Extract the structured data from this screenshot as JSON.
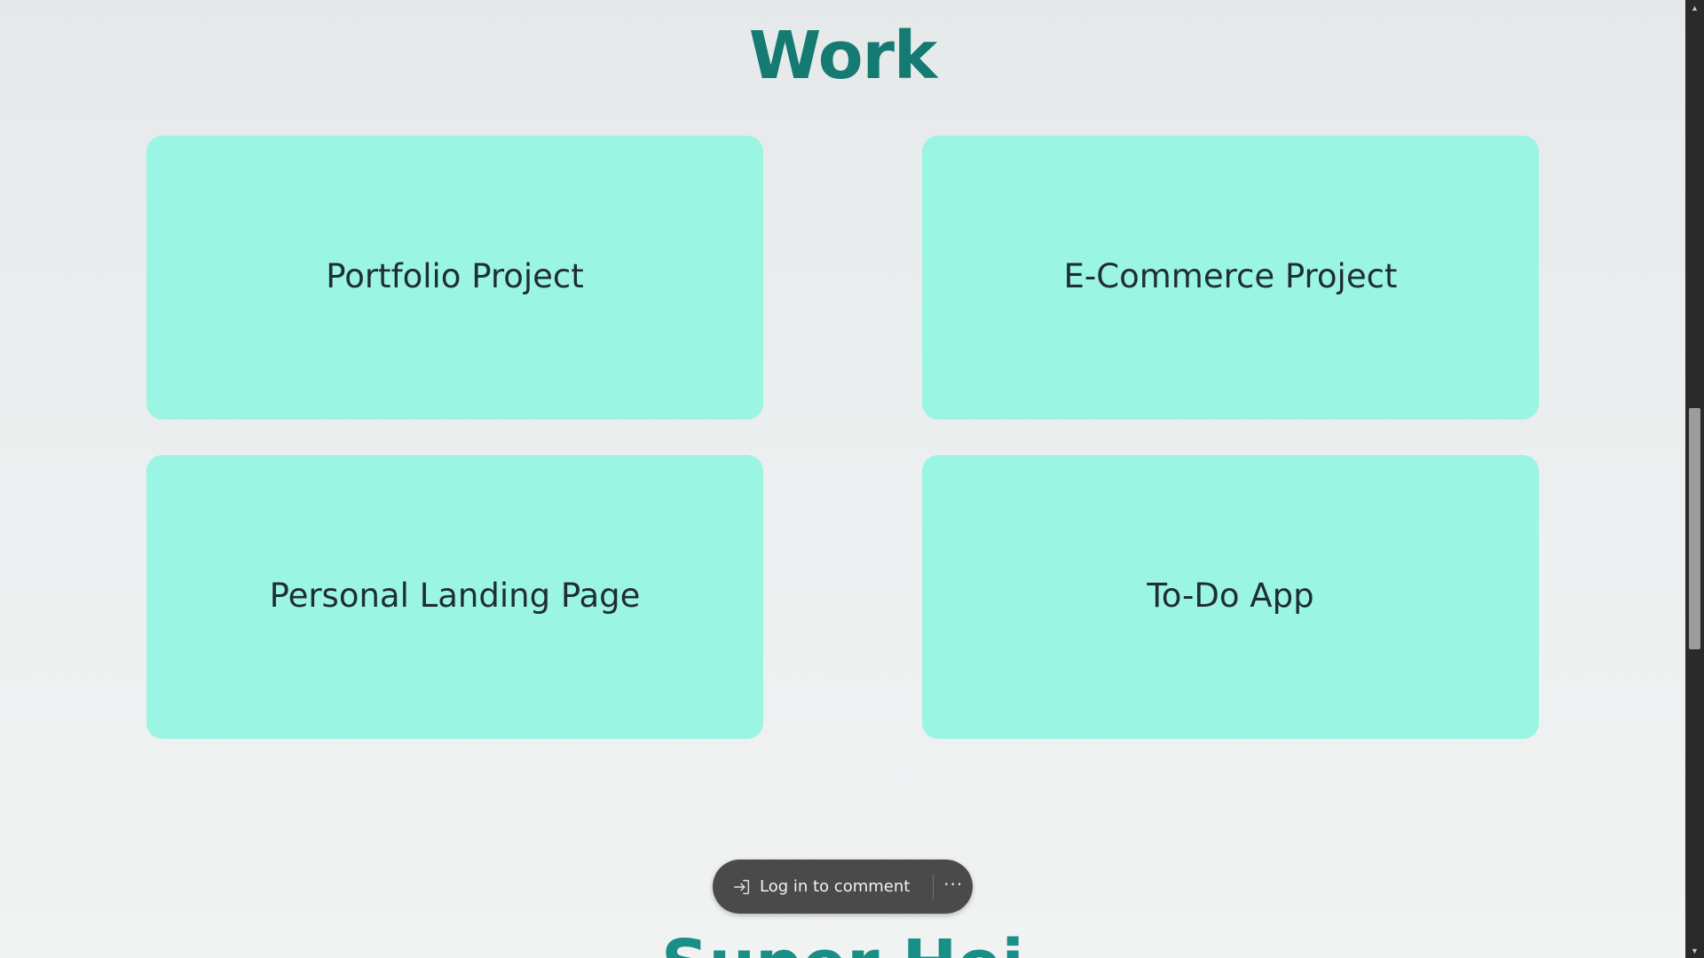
{
  "work_section": {
    "title": "Work",
    "projects": [
      {
        "label": "Portfolio Project"
      },
      {
        "label": "E-Commerce Project"
      },
      {
        "label": "Personal Landing Page"
      },
      {
        "label": "To-Do App"
      }
    ]
  },
  "next_section": {
    "title_partial": "Super Hei"
  },
  "comment_bar": {
    "login_label": "Log in to comment",
    "login_icon": "login-arrow-icon",
    "more_label": "···",
    "more_icon": "more-horizontal-icon"
  },
  "scrollbar": {
    "up_icon": "triangle-up-icon",
    "down_icon": "triangle-down-icon",
    "up_glyph": "▲",
    "down_glyph": "▼"
  },
  "colors": {
    "title": "#147a72",
    "card_bg": "#9bf5e3",
    "card_text": "#1f2d35",
    "pill_bg": "#4a4a4a"
  }
}
